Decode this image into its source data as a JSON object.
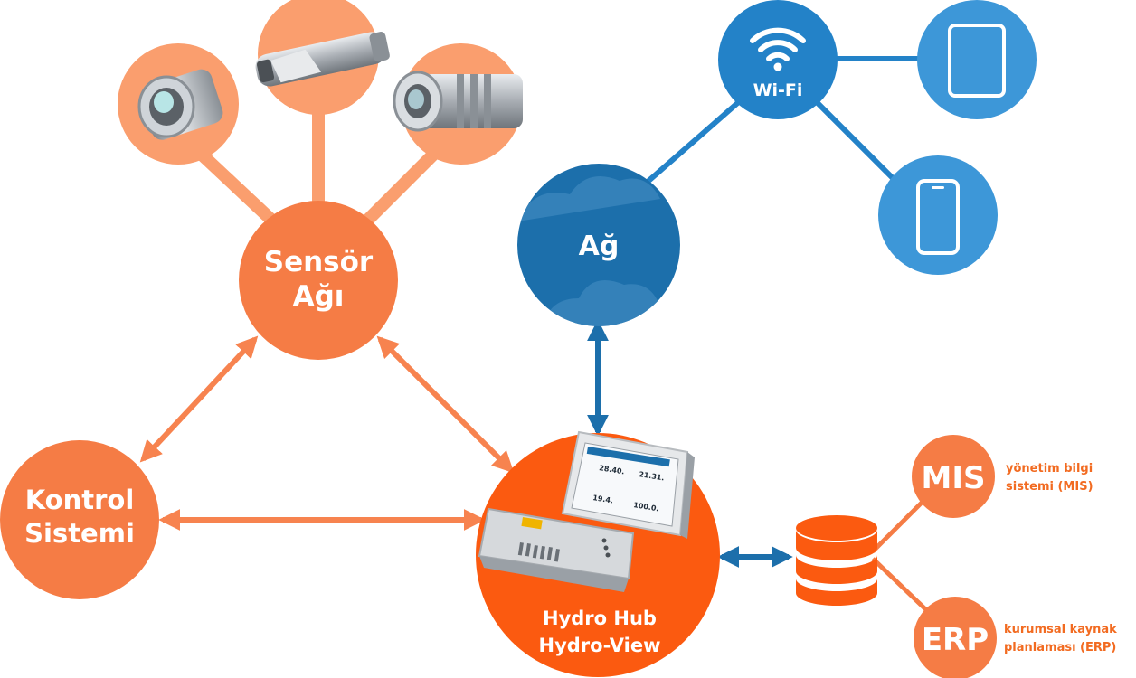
{
  "nodes": {
    "sensor_network": {
      "line1": "Sensör",
      "line2": "Ağı"
    },
    "control_system": {
      "line1": "Kontrol",
      "line2": "Sistemi"
    },
    "hydro_hub": {
      "line1": "Hydro Hub",
      "line2": "Hydro-View"
    },
    "network": {
      "label": "Ağ"
    },
    "wifi": {
      "label": "Wi-Fi"
    },
    "mis": {
      "label": "MIS",
      "desc_line1": "yönetim bilgi",
      "desc_line2": "sistemi (MIS)"
    },
    "erp": {
      "label": "ERP",
      "desc_line1": "kurumsal kaynak",
      "desc_line2": "planlaması (ERP)"
    }
  },
  "screen": {
    "values": [
      "28.40.",
      "21.31.",
      "19.4.",
      "100.0."
    ]
  },
  "colors": {
    "orange_light": "#fa9e6e",
    "orange_mid": "#f57c45",
    "orange_main": "#fb5a10",
    "arrow_orange": "#f7834f",
    "blue_dark": "#1c6fab",
    "blue_mid": "#2382c8",
    "blue_light": "#3d97d8",
    "text_orange": "#f26b21"
  },
  "icons": [
    "sensor-probe-icon",
    "sensor-bar-icon",
    "sensor-cylinder-icon",
    "wifi-icon",
    "tablet-icon",
    "phone-icon",
    "cloud-icon",
    "database-icon",
    "touch-panel-icon",
    "hub-box-icon"
  ]
}
